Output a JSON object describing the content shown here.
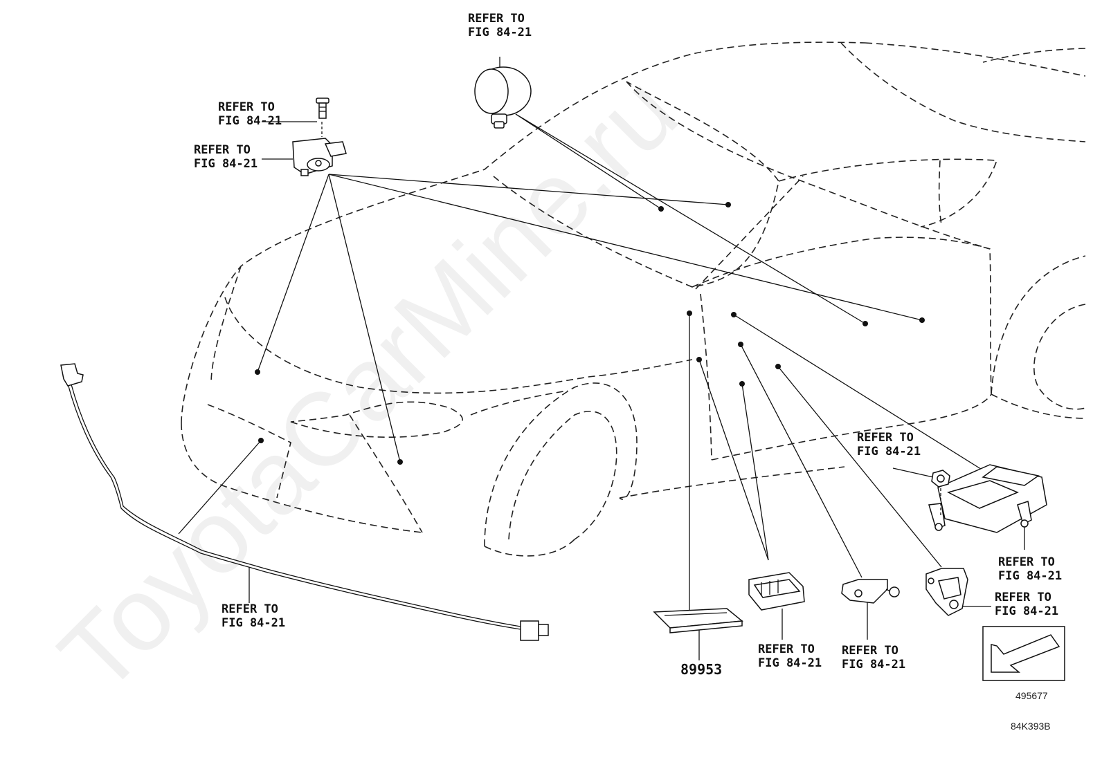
{
  "watermark": "ToyotaCarMine.ru",
  "callouts": [
    {
      "id": "horn",
      "line1": "REFER TO",
      "line2": "FIG 84-21"
    },
    {
      "id": "bolt",
      "line1": "REFER TO",
      "line2": "FIG 84-21"
    },
    {
      "id": "front-sensor",
      "line1": "REFER TO",
      "line2": "FIG 84-21"
    },
    {
      "id": "harness",
      "line1": "REFER TO",
      "line2": "FIG 84-21"
    },
    {
      "id": "nut",
      "line1": "REFER TO",
      "line2": "FIG 84-21"
    },
    {
      "id": "ecu",
      "line1": "REFER TO",
      "line2": "FIG 84-21"
    },
    {
      "id": "side-sensor",
      "line1": "REFER TO",
      "line2": "FIG 84-21"
    },
    {
      "id": "switch",
      "line1": "REFER TO",
      "line2": "FIG 84-21"
    },
    {
      "id": "bracket",
      "line1": "REFER TO",
      "line2": "FIG 84-21"
    }
  ],
  "part_number": "89953",
  "arrow_box_code": "495677",
  "figure_code": "84K393B"
}
